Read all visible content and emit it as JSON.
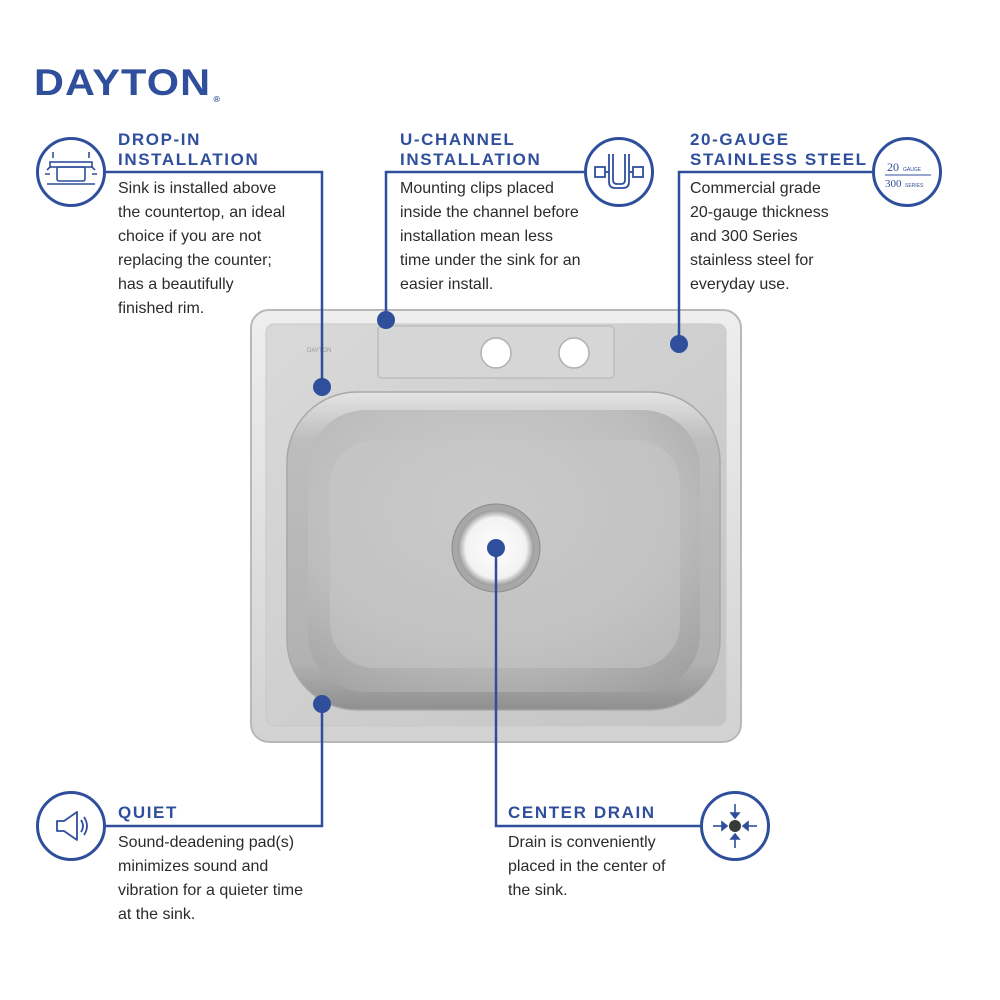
{
  "brand": {
    "name": "DAYTON",
    "mark": "®",
    "color": "#2f4f9c"
  },
  "sink": {
    "deck_label": "DAYTON"
  },
  "callouts": {
    "drop_in": {
      "title_line1": "DROP-IN",
      "title_line2": "INSTALLATION",
      "body": [
        "Sink is installed above",
        "the countertop, an ideal",
        "choice if you are not",
        "replacing the counter;",
        "has a beautifully",
        "finished rim."
      ],
      "icon": "drop-in-sink-icon"
    },
    "u_channel": {
      "title_line1": "U-CHANNEL",
      "title_line2": "INSTALLATION",
      "body": [
        "Mounting clips placed",
        "inside the channel before",
        "installation mean less",
        "time under the sink for an",
        "easier install."
      ],
      "icon": "u-channel-clip-icon"
    },
    "gauge": {
      "title_line1": "20-GAUGE",
      "title_line2": "STAINLESS STEEL",
      "body": [
        "Commercial grade",
        "20-gauge thickness",
        "and 300 Series",
        "stainless steel for",
        "everyday use."
      ],
      "icon": "gauge-badge-icon",
      "icon_top_num": "20",
      "icon_top_word": "GAUGE",
      "icon_bottom_num": "300",
      "icon_bottom_word": "SERIES"
    },
    "quiet": {
      "title": "QUIET",
      "body": [
        "Sound-deadening pad(s)",
        "minimizes sound and",
        "vibration for a quieter time",
        "at the sink."
      ],
      "icon": "speaker-icon"
    },
    "center_drain": {
      "title": "CENTER DRAIN",
      "body": [
        "Drain is conveniently",
        "placed in the center of",
        "the sink."
      ],
      "icon": "drain-arrows-icon"
    }
  },
  "colors": {
    "accent": "#2f4f9c",
    "text": "#2b2b2b"
  }
}
